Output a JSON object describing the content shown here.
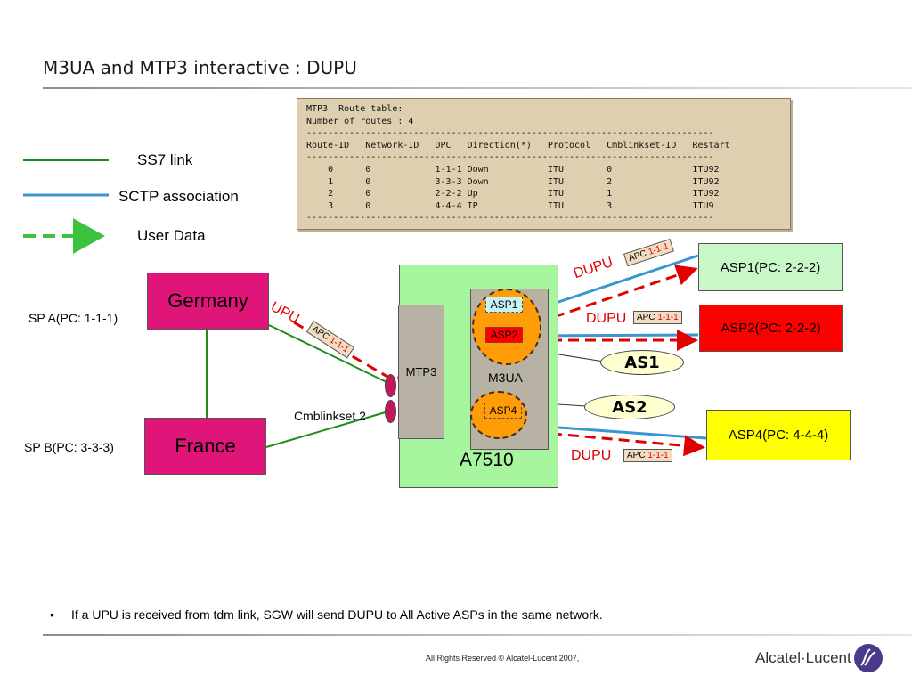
{
  "slide": {
    "title": "M3UA and MTP3 interactive : DUPU"
  },
  "route_table": {
    "text": "MTP3  Route table:\nNumber of routes : 4\n----------------------------------------------------------------------------\nRoute-ID   Network-ID   DPC   Direction(*)   Protocol   Cmblinkset-ID   Restart\n----------------------------------------------------------------------------\n    0      0            1-1-1 Down           ITU        0               ITU92\n    1      0            3-3-3 Down           ITU        2               ITU92\n    2      0            2-2-2 Up             ITU        1               ITU92\n    3      0            4-4-4 IP             ITU        3               ITU9\n----------------------------------------------------------------------------"
  },
  "legend": [
    {
      "label": "SS7 link",
      "color": "#1e8c1e"
    },
    {
      "label": "SCTP association",
      "color": "#3a95d0"
    },
    {
      "label": "User Data",
      "color": "#3cc23c"
    }
  ],
  "nodes": {
    "germany": "Germany",
    "france": "France",
    "sp_a": "SP A(PC: 1-1-1)",
    "sp_b": "SP B(PC: 3-3-3)",
    "a7510": "A7510",
    "mtp3": "MTP3",
    "m3ua": "M3UA",
    "asp1_tag": "ASP1",
    "asp2_tag": "ASP2",
    "asp4_tag": "ASP4",
    "cmblinkset": "Cmblinkset 2",
    "asp1_box": "ASP1(PC: 2-2-2)",
    "asp2_box": "ASP2(PC: 2-2-2)",
    "asp4_box": "ASP4(PC: 4-4-4)",
    "as1": "AS1",
    "as2": "AS2"
  },
  "messages": {
    "upu": "UPU",
    "dupu1": "DUPU",
    "dupu2": "DUPU",
    "dupu3": "DUPU",
    "apc_prefix": "APC",
    "apc_value": "1-1-1"
  },
  "bullet": {
    "symbol": "•",
    "text": "If a UPU is received from tdm link, SGW will send DUPU to All Active ASPs in the same network."
  },
  "footer": {
    "copyright": "All Rights Reserved © Alcatel-Lucent 2007,",
    "logo_text": "Alcatel·Lucent"
  },
  "colors": {
    "ss7": "#1e8c1e",
    "sctp": "#3a95d0",
    "userdata": "#3cc23c",
    "dupu": "#e00000",
    "magenta": "#e0157a",
    "orange": "#ff9c08"
  }
}
